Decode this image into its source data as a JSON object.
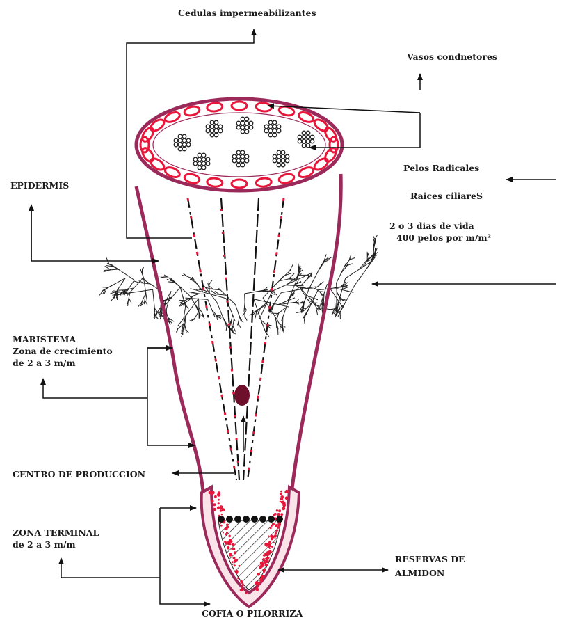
{
  "labels": {
    "cedulas": "Cedulas impermeabilizantes",
    "vasos": "Vasos condnetores",
    "pelos_radiales": "Pelos Radicales",
    "raices": "Raices ciliareS",
    "dias": "2 o 3 dias de vida",
    "pelos_mm": "400 pelos por m/m²",
    "epidermis": "EPIDERMIS",
    "maristema_1": "MARISTEMA",
    "maristema_2": "Zona de crecimiento",
    "maristema_3": "de 2 a 3 m/m",
    "centro": "CENTRO DE PRODUCCION",
    "zona_1": "ZONA TERMINAL",
    "zona_2": "de 2 a 3 m/m",
    "reservas_1": "RESERVAS DE",
    "reservas_2": "ALMIDON",
    "cofia": "COFIA O PILORRIZA"
  },
  "colors": {
    "outline": "#9b2a5b",
    "cells": "#e8163a",
    "ink": "#111111",
    "nucleus": "#6e0f2c"
  }
}
